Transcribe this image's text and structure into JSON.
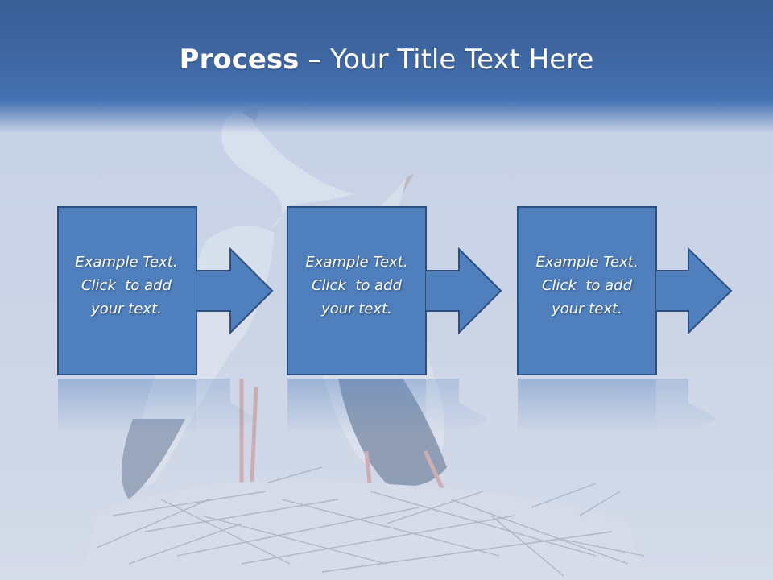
{
  "title": {
    "bold": "Process",
    "separator": " – ",
    "rest": "Your Title Text Here"
  },
  "steps": [
    {
      "line1": "Example Text.",
      "line2": "Click  to add",
      "line3": "your text."
    },
    {
      "line1": "Example Text.",
      "line2": "Click  to add",
      "line3": "your text."
    },
    {
      "line1": "Example Text.",
      "line2": "Click  to add",
      "line3": "your text."
    }
  ],
  "colors": {
    "box_fill": "#4f7fbd",
    "box_stroke": "#2c4f7f",
    "header": "#3f67a3"
  }
}
